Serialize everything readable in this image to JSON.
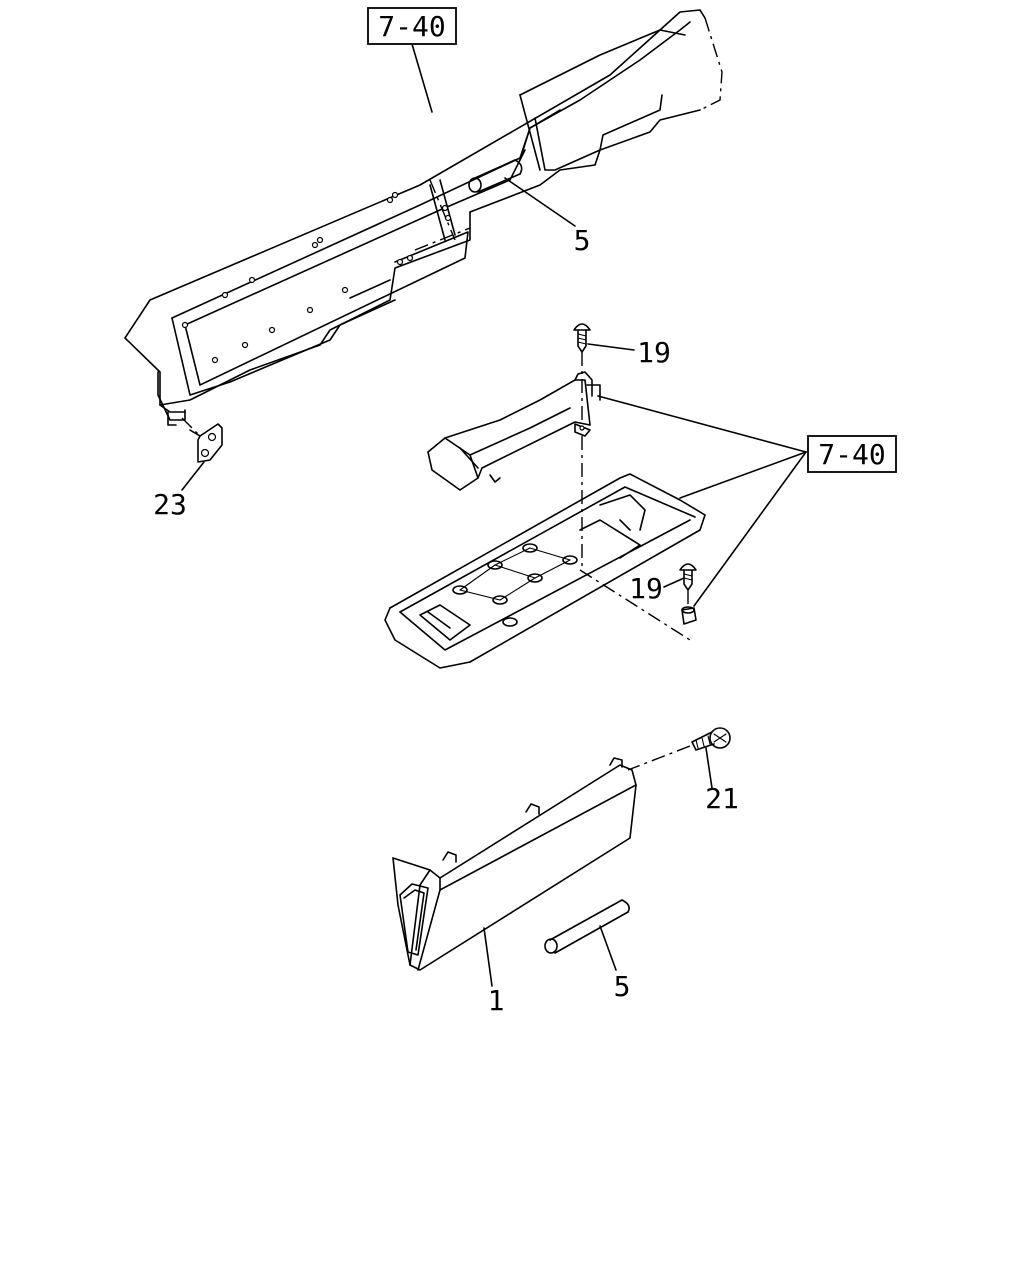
{
  "references": {
    "top": "7-40",
    "middle": "7-40"
  },
  "callouts": {
    "p5_top": "5",
    "p19_top": "19",
    "p23": "23",
    "p19_mid": "19",
    "p21": "21",
    "p1": "1",
    "p5_bottom": "5"
  }
}
